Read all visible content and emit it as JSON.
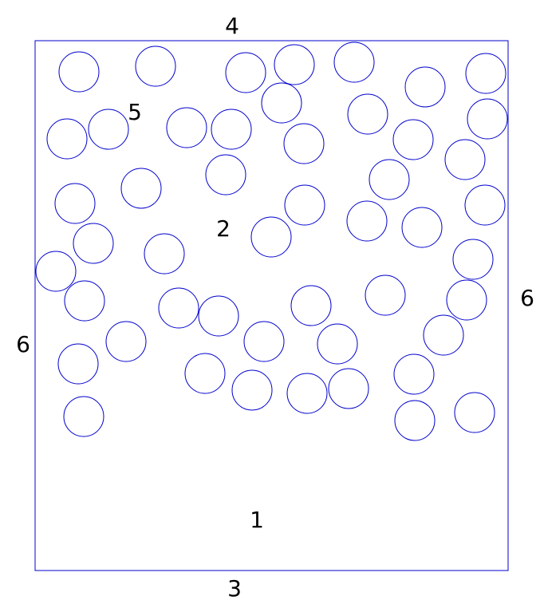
{
  "colors": {
    "stroke": "#0000cc",
    "label": "#000000",
    "background": "#ffffff"
  },
  "labels": {
    "top_boundary": "4",
    "bottom_boundary": "3",
    "left_boundary": "6",
    "right_boundary": "6",
    "domain": "1",
    "inclusion_a": "5",
    "inclusion_b": "2"
  }
}
